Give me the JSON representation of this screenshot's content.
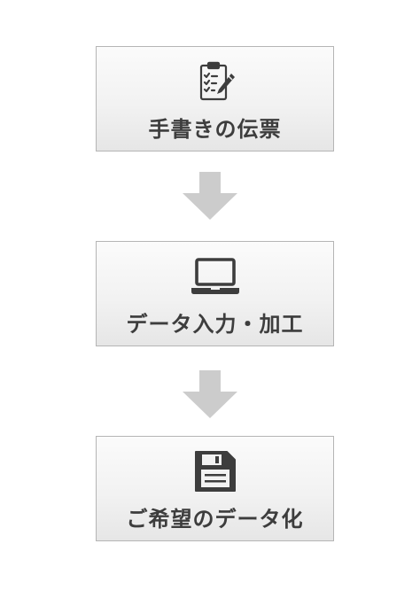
{
  "flow": {
    "steps": [
      {
        "label": "手書きの伝票",
        "icon": "clipboard-checklist-pen-icon"
      },
      {
        "label": "データ入力・加工",
        "icon": "laptop-icon"
      },
      {
        "label": "ご希望のデータ化",
        "icon": "floppy-disk-icon"
      }
    ],
    "arrow_color": "#cccccc",
    "text_color": "#3d3d3d"
  }
}
